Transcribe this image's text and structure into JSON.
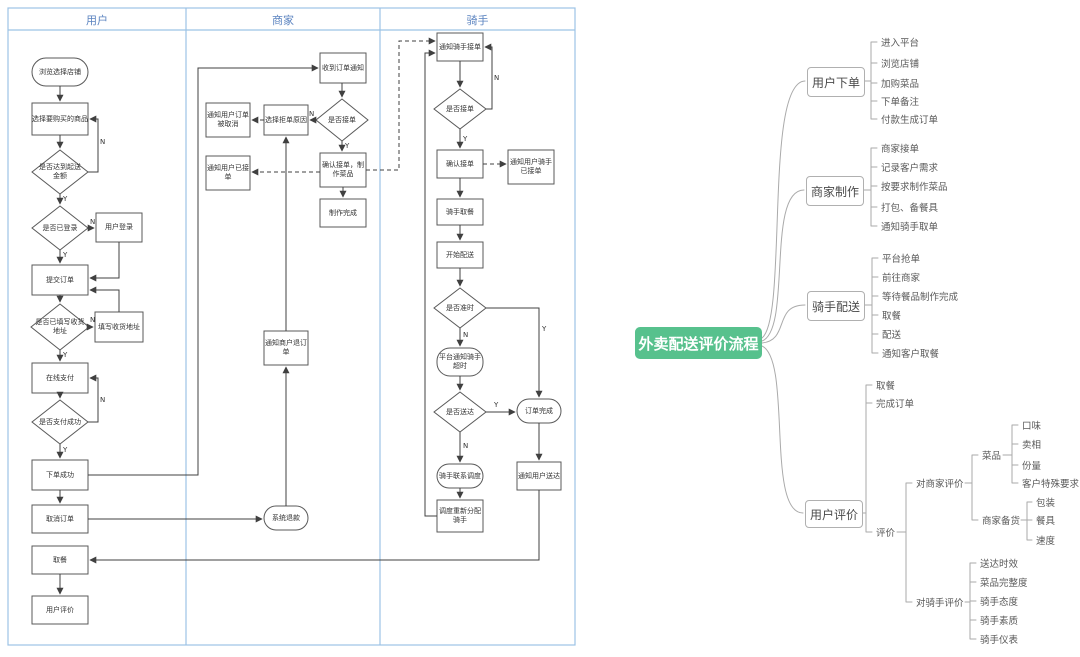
{
  "colors": {
    "lane_border": "#9cc3e5",
    "lane_header_text": "#5c84c0",
    "shape_stroke": "#595959",
    "connector": "#404040",
    "mindmap_line": "#aaaaaa",
    "root_green": "#57c18d"
  },
  "flowchart": {
    "lanes": [
      "用户",
      "商家",
      "骑手"
    ],
    "labels": {
      "yes": "Y",
      "no": "N"
    },
    "nodes": {
      "browse": "浏览选择店铺",
      "select_goods": "选择要购买的商品",
      "min_amount": "是否达到起送金额",
      "logged_in": "是否已登录",
      "login": "用户登录",
      "submit_order": "提交订单",
      "addr_filled": "是否已填写收货地址",
      "fill_addr": "填写收货地址",
      "pay_online": "在线支付",
      "pay_ok": "是否支付成功",
      "order_ok": "下单成功",
      "cancel_order": "取消订单",
      "pickup": "取餐",
      "user_review": "用户评价",
      "recv_notice": "收到订单通知",
      "m_accept": "是否接单",
      "reject_reason": "选择拒单原因",
      "notify_cancel": "通知用户订单被取消",
      "confirm_make": "确认接单，制作菜品",
      "notify_accepted": "通知用户已接单",
      "make_done": "制作完成",
      "notify_refund": "通知商户退订单",
      "sys_refund": "系统退款",
      "r_notify": "通知骑手接单",
      "r_accept": "是否接单",
      "r_confirm": "确认接单",
      "r_notify_user": "通知用户骑手已接单",
      "r_pickup": "骑手取餐",
      "r_deliver": "开始配送",
      "on_time": "是否准时",
      "overtime": "平台通知骑手超时",
      "delivered": "是否送达",
      "order_done": "订单完成",
      "notify_arrived": "通知用户送达",
      "contact_dispatch": "骑手联系调度",
      "reassign": "调度重新分配骑手"
    },
    "edges": [
      {
        "from": "browse",
        "to": "select_goods"
      },
      {
        "from": "select_goods",
        "to": "min_amount"
      },
      {
        "from": "min_amount",
        "to": "select_goods",
        "label": "N"
      },
      {
        "from": "min_amount",
        "to": "logged_in",
        "label": "Y"
      },
      {
        "from": "logged_in",
        "to": "login",
        "label": "N"
      },
      {
        "from": "login",
        "to": "submit_order"
      },
      {
        "from": "logged_in",
        "to": "submit_order",
        "label": "Y"
      },
      {
        "from": "submit_order",
        "to": "addr_filled"
      },
      {
        "from": "addr_filled",
        "to": "fill_addr",
        "label": "N"
      },
      {
        "from": "fill_addr",
        "to": "submit_order"
      },
      {
        "from": "addr_filled",
        "to": "pay_online",
        "label": "Y"
      },
      {
        "from": "pay_online",
        "to": "pay_ok"
      },
      {
        "from": "pay_ok",
        "to": "pay_online",
        "label": "N"
      },
      {
        "from": "pay_ok",
        "to": "order_ok",
        "label": "Y"
      },
      {
        "from": "order_ok",
        "to": "recv_notice"
      },
      {
        "from": "order_ok",
        "to": "cancel_order"
      },
      {
        "from": "cancel_order",
        "to": "sys_refund"
      },
      {
        "from": "sys_refund",
        "to": "notify_refund"
      },
      {
        "from": "notify_refund",
        "to": "reject_reason"
      },
      {
        "from": "recv_notice",
        "to": "m_accept"
      },
      {
        "from": "m_accept",
        "to": "reject_reason",
        "label": "N",
        "dashed": true
      },
      {
        "from": "reject_reason",
        "to": "notify_cancel",
        "dashed": true
      },
      {
        "from": "m_accept",
        "to": "confirm_make",
        "label": "Y"
      },
      {
        "from": "confirm_make",
        "to": "notify_accepted",
        "dashed": true
      },
      {
        "from": "confirm_make",
        "to": "r_notify",
        "dashed": true
      },
      {
        "from": "confirm_make",
        "to": "make_done"
      },
      {
        "from": "r_notify",
        "to": "r_accept"
      },
      {
        "from": "r_accept",
        "to": "r_notify",
        "label": "N"
      },
      {
        "from": "r_accept",
        "to": "r_confirm",
        "label": "Y"
      },
      {
        "from": "r_confirm",
        "to": "r_notify_user",
        "dashed": true
      },
      {
        "from": "r_confirm",
        "to": "r_pickup"
      },
      {
        "from": "r_pickup",
        "to": "r_deliver"
      },
      {
        "from": "r_deliver",
        "to": "on_time"
      },
      {
        "from": "on_time",
        "to": "overtime",
        "label": "N"
      },
      {
        "from": "on_time",
        "to": "order_done",
        "label": "Y"
      },
      {
        "from": "overtime",
        "to": "delivered"
      },
      {
        "from": "delivered",
        "to": "order_done",
        "label": "Y"
      },
      {
        "from": "delivered",
        "to": "contact_dispatch",
        "label": "N"
      },
      {
        "from": "contact_dispatch",
        "to": "reassign"
      },
      {
        "from": "reassign",
        "to": "r_notify"
      },
      {
        "from": "order_done",
        "to": "notify_arrived"
      },
      {
        "from": "notify_arrived",
        "to": "pickup"
      },
      {
        "from": "pickup",
        "to": "user_review"
      }
    ]
  },
  "mindmap": {
    "root": "外卖配送评价流程",
    "branches": [
      {
        "label": "用户下单",
        "children": [
          {
            "label": "进入平台"
          },
          {
            "label": "浏览店铺"
          },
          {
            "label": "加购菜品"
          },
          {
            "label": "下单备注"
          },
          {
            "label": "付款生成订单"
          }
        ]
      },
      {
        "label": "商家制作",
        "children": [
          {
            "label": "商家接单"
          },
          {
            "label": "记录客户需求"
          },
          {
            "label": "按要求制作菜品"
          },
          {
            "label": "打包、备餐具"
          },
          {
            "label": "通知骑手取单"
          }
        ]
      },
      {
        "label": "骑手配送",
        "children": [
          {
            "label": "平台抢单"
          },
          {
            "label": "前往商家"
          },
          {
            "label": "等待餐品制作完成"
          },
          {
            "label": "取餐"
          },
          {
            "label": "配送"
          },
          {
            "label": "通知客户取餐"
          }
        ]
      },
      {
        "label": "用户评价",
        "children": [
          {
            "label": "取餐"
          },
          {
            "label": "完成订单"
          },
          {
            "label": "评价",
            "children": [
              {
                "label": "对商家评价",
                "children": [
                  {
                    "label": "菜品",
                    "children": [
                      {
                        "label": "口味"
                      },
                      {
                        "label": "卖相"
                      },
                      {
                        "label": "份量"
                      },
                      {
                        "label": "客户特殊要求"
                      }
                    ]
                  },
                  {
                    "label": "商家备货",
                    "children": [
                      {
                        "label": "包装"
                      },
                      {
                        "label": "餐具"
                      },
                      {
                        "label": "速度"
                      }
                    ]
                  }
                ]
              },
              {
                "label": "对骑手评价",
                "children": [
                  {
                    "label": "送达时效"
                  },
                  {
                    "label": "菜品完整度"
                  },
                  {
                    "label": "骑手态度"
                  },
                  {
                    "label": "骑手素质"
                  },
                  {
                    "label": "骑手仪表"
                  }
                ]
              }
            ]
          }
        ]
      }
    ]
  }
}
